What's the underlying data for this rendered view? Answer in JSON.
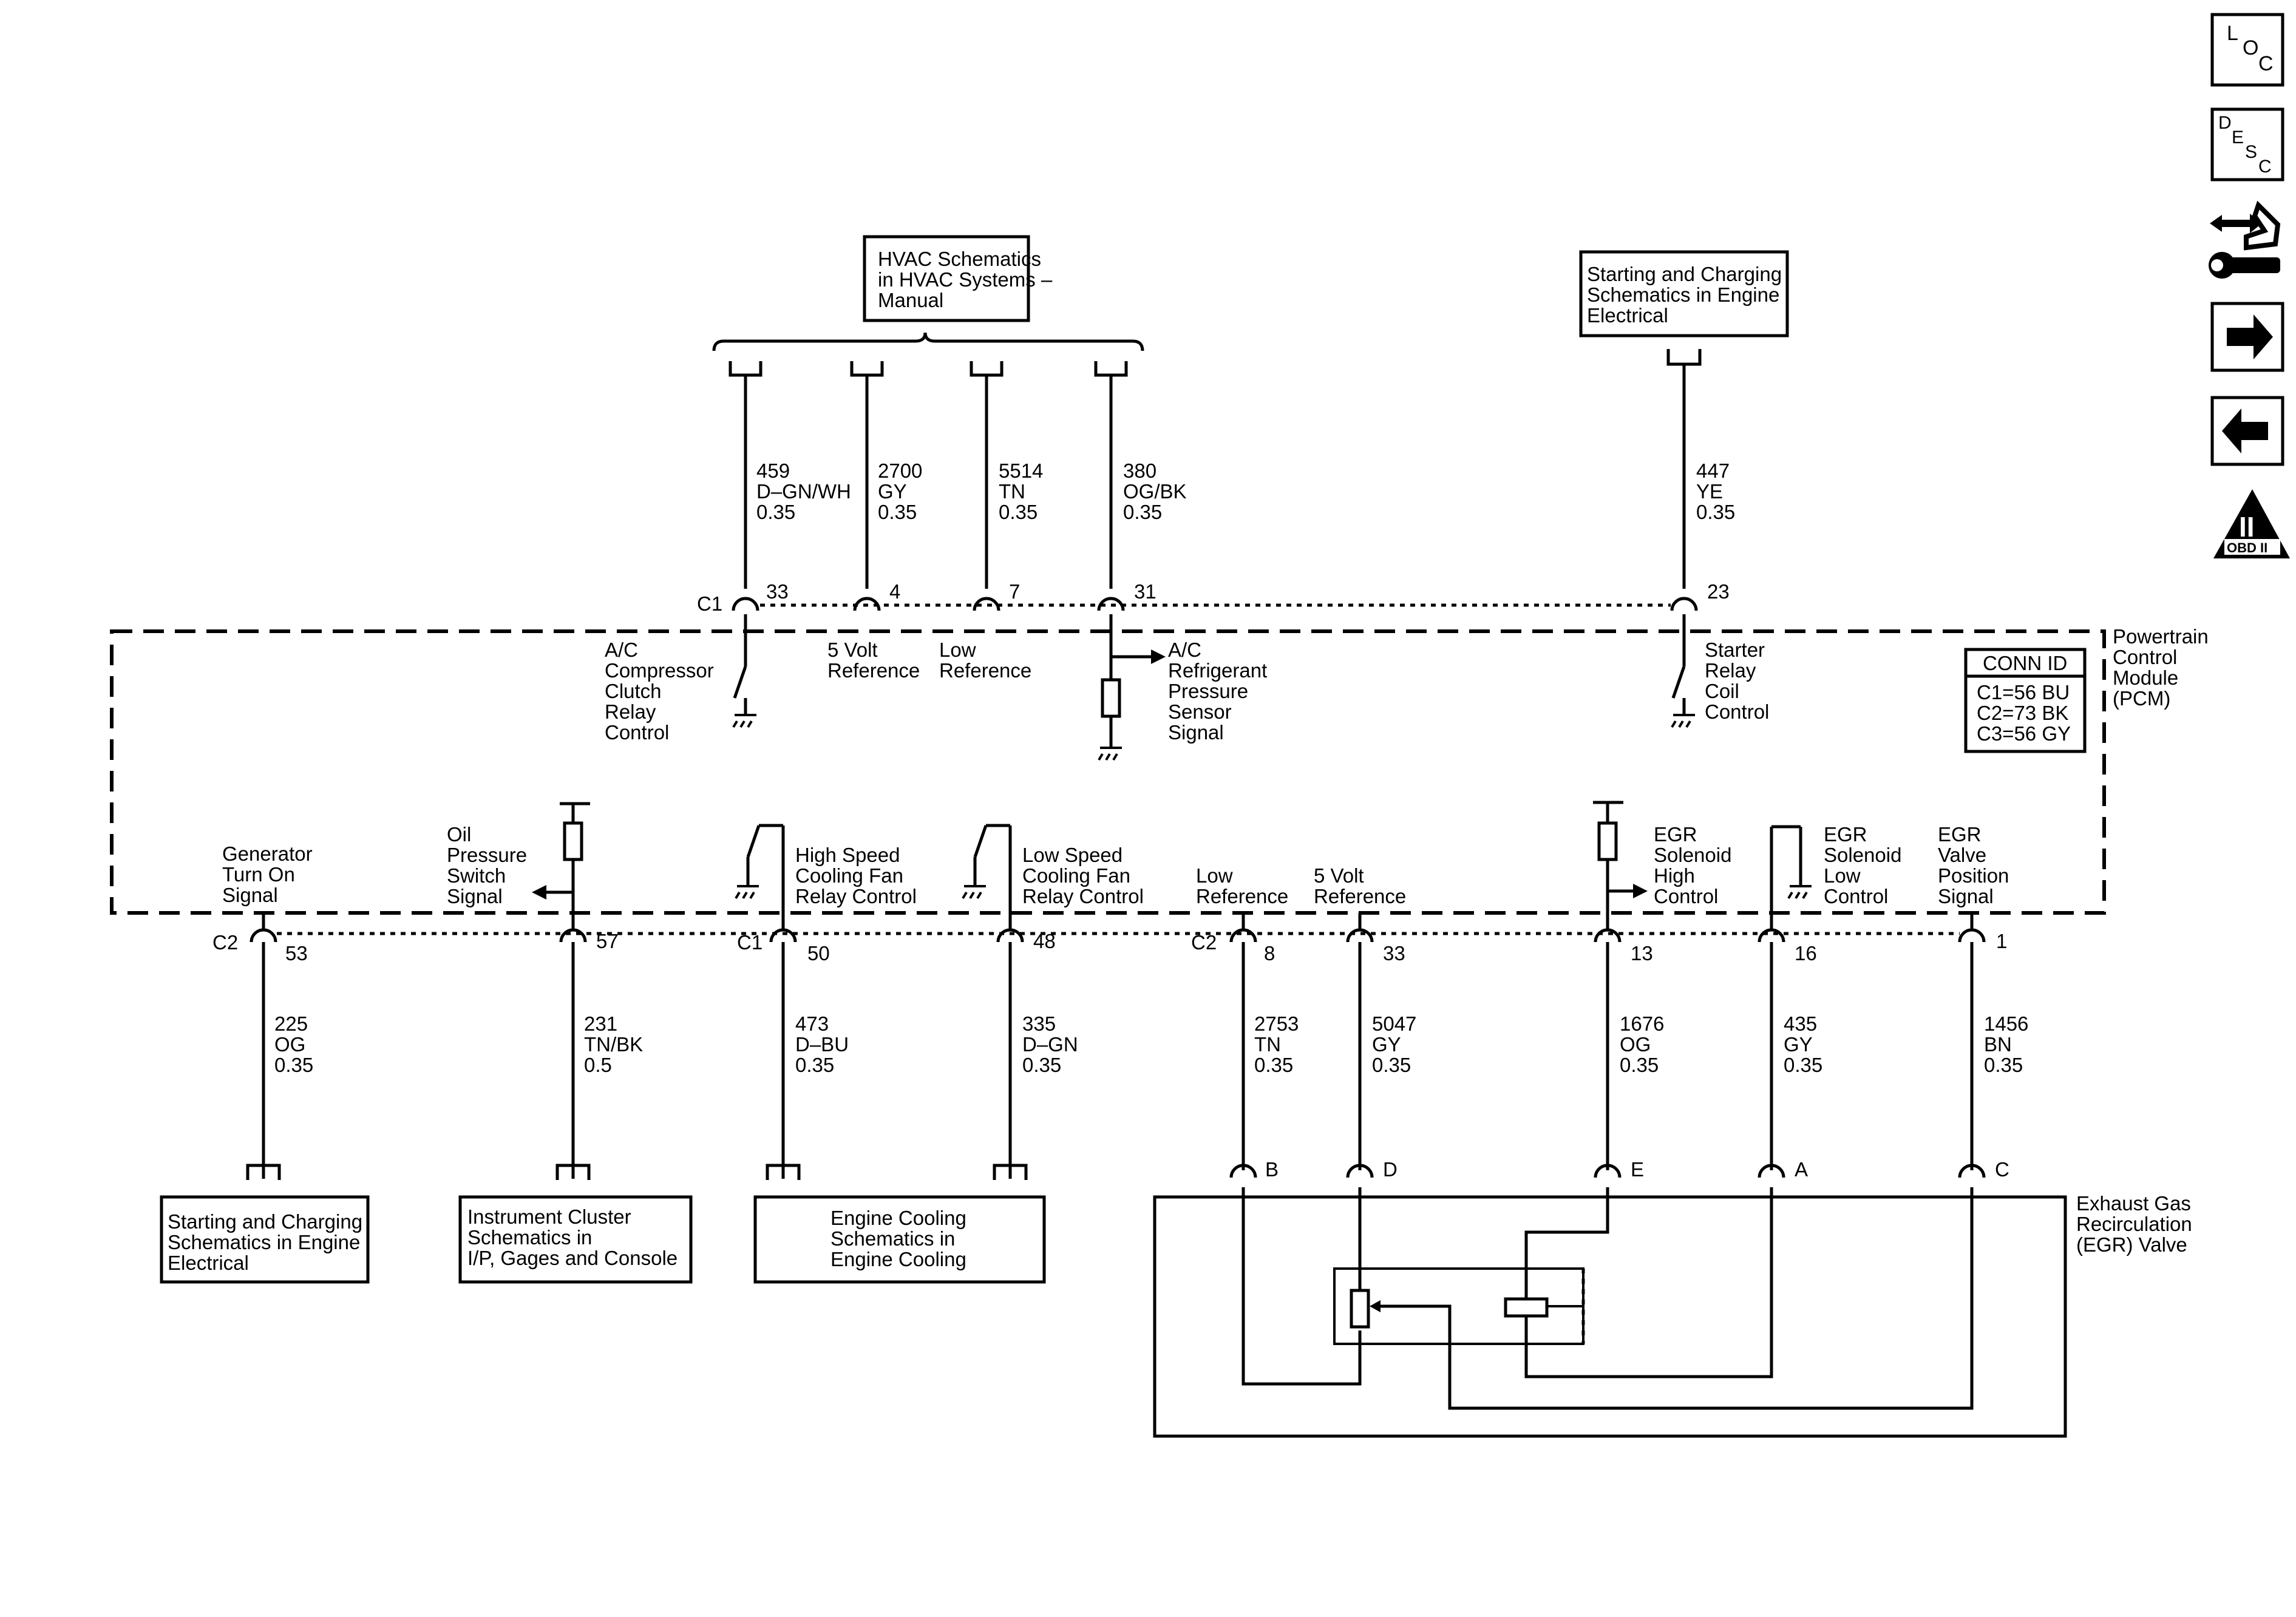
{
  "hvac_box": {
    "lines": [
      "HVAC Schematics",
      "in HVAC Systems –",
      "Manual"
    ]
  },
  "start_top_box": {
    "lines": [
      "Starting and Charging",
      "Schematics in Engine",
      "Electrical"
    ]
  },
  "pcm": {
    "name_lines": [
      "Powertrain",
      "Control",
      "Module",
      "(PCM)"
    ]
  },
  "conn_id": {
    "title": "CONN ID",
    "lines": [
      "C1=56 BU",
      "C2=73 BK",
      "C3=56 GY"
    ]
  },
  "top_pins": [
    {
      "conn": "C1",
      "pin": "33",
      "circuit": "459",
      "color": "D–GN/WH",
      "gauge": "0.35",
      "label": [
        "A/C",
        "Compressor",
        "Clutch",
        "Relay",
        "Control"
      ]
    },
    {
      "conn": "",
      "pin": "4",
      "circuit": "2700",
      "color": "GY",
      "gauge": "0.35",
      "label": [
        "5 Volt",
        "Reference"
      ]
    },
    {
      "conn": "",
      "pin": "7",
      "circuit": "5514",
      "color": "TN",
      "gauge": "0.35",
      "label": [
        "Low",
        "Reference"
      ]
    },
    {
      "conn": "",
      "pin": "31",
      "circuit": "380",
      "color": "OG/BK",
      "gauge": "0.35",
      "label": [
        "A/C",
        "Refrigerant",
        "Pressure",
        "Sensor",
        "Signal"
      ]
    },
    {
      "conn": "",
      "pin": "23",
      "circuit": "447",
      "color": "YE",
      "gauge": "0.35",
      "label": [
        "Starter",
        "Relay",
        "Coil",
        "Control"
      ]
    }
  ],
  "bottom_pins": [
    {
      "conn": "C2",
      "pin": "53",
      "circuit": "225",
      "color": "OG",
      "gauge": "0.35",
      "label": [
        "Generator",
        "Turn On",
        "Signal"
      ]
    },
    {
      "conn": "",
      "pin": "57",
      "circuit": "231",
      "color": "TN/BK",
      "gauge": "0.5",
      "label": [
        "Oil",
        "Pressure",
        "Switch",
        "Signal"
      ]
    },
    {
      "conn": "C1",
      "pin": "50",
      "circuit": "473",
      "color": "D–BU",
      "gauge": "0.35",
      "label": [
        "High Speed",
        "Cooling Fan",
        "Relay Control"
      ]
    },
    {
      "conn": "",
      "pin": "48",
      "circuit": "335",
      "color": "D–GN",
      "gauge": "0.35",
      "label": [
        "Low Speed",
        "Cooling Fan",
        "Relay Control"
      ]
    },
    {
      "conn": "C2",
      "pin": "8",
      "circuit": "2753",
      "color": "TN",
      "gauge": "0.35",
      "label": [
        "Low",
        "Reference"
      ],
      "egr_pin": "B"
    },
    {
      "conn": "",
      "pin": "33",
      "circuit": "5047",
      "color": "GY",
      "gauge": "0.35",
      "label": [
        "5 Volt",
        "Reference"
      ],
      "egr_pin": "D"
    },
    {
      "conn": "",
      "pin": "13",
      "circuit": "1676",
      "color": "OG",
      "gauge": "0.35",
      "label": [
        "EGR",
        "Solenoid",
        "High",
        "Control"
      ],
      "egr_pin": "E"
    },
    {
      "conn": "",
      "pin": "16",
      "circuit": "435",
      "color": "GY",
      "gauge": "0.35",
      "label": [
        "EGR",
        "Solenoid",
        "Low",
        "Control"
      ],
      "egr_pin": "A"
    },
    {
      "conn": "",
      "pin": "1",
      "circuit": "1456",
      "color": "BN",
      "gauge": "0.35",
      "label": [
        "EGR",
        "Valve",
        "Position",
        "Signal"
      ],
      "egr_pin": "C"
    }
  ],
  "bottom_boxes": [
    {
      "lines": [
        "Starting and Charging",
        "Schematics in Engine",
        "Electrical"
      ]
    },
    {
      "lines": [
        "Instrument Cluster",
        "Schematics in",
        "I/P, Gages and Console"
      ]
    },
    {
      "lines": [
        "Engine Cooling",
        "Schematics in",
        "Engine Cooling"
      ]
    }
  ],
  "egr": {
    "name_lines": [
      "Exhaust Gas",
      "Recirculation",
      "(EGR) Valve"
    ]
  },
  "nav": {
    "loc": [
      "L",
      "O",
      "C"
    ],
    "desc": [
      "D",
      "E",
      "S",
      "C"
    ],
    "obd_numeral": "II",
    "obd_text": "OBD II",
    "icons": [
      "connector-wrench-icon",
      "arrow-right-icon",
      "arrow-left-icon"
    ]
  }
}
